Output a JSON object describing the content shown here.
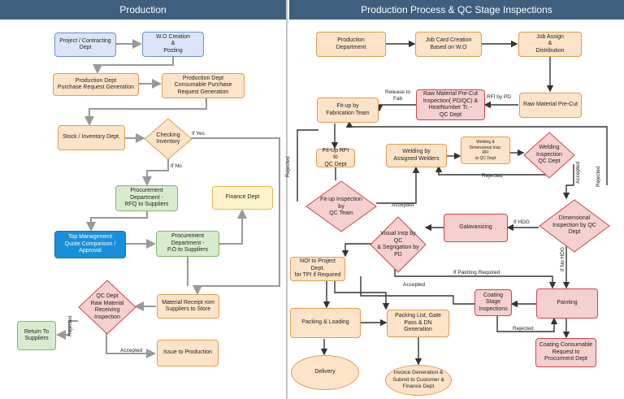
{
  "headers": {
    "left": "Production",
    "right": "Production Process & QC Stage Inspections"
  },
  "left": {
    "project_dept": "Project / Contracting\nDept",
    "wo_creation": "W.O Creation\n&\nPosting",
    "purchase_request": "Production Dept\nPurchase Request Generation",
    "consumable_request": "Production Dept\nConsumable Purchase\nRequest Generation",
    "stock_dept": "Stock / Inventory Dept.",
    "checking_inventory": "Checking\nInventory",
    "if_yes": "If Yes",
    "if_no": "If No",
    "procurement_rfq": "Procurement\nDepartment -\nRFQ to Suppliers",
    "finance_dept": "Finance Dept",
    "top_management": "Top Management\nQuote Comparison / Approval",
    "procurement_po": "Procurement\nDepartment -\nP.O to Suppliers",
    "qc_receiving": "QC Dept\nRaw Material\nReceiving\nInspection",
    "material_receipt": "Material Receipt rom\nSuppliers to Store",
    "return_suppliers": "Return To\nSuppliers",
    "rejected": "Rejected",
    "accepted": "Accepted",
    "issue_production": "Issue to Production"
  },
  "right": {
    "production_dept": "Production\nDepartment",
    "job_card": "Job Card Creation\nBased on W.O",
    "job_assign": "Job Assign\n&\nDistribution",
    "raw_precut_insp": "Raw Material Pre-Cut\nInspection( PD/QC) &\nHeatNumber Tr. -\nQC Dept",
    "release_to_fab": "Release to\nFab",
    "rfi_by_pd": "RFI by PD",
    "raw_precut": "Raw Material Pre-Cut",
    "fitup_fab": "Fit-up by\nFabrication Team",
    "fitup_rfi": "Fit-Up RFI to\nQC Dept",
    "welding_assigned": "Welding by\nAssigned Welders",
    "welding_rfi": "Welding &\nDimensional Insp.\nRFI\nto QC Dept",
    "welding_insp": "Welding\nInspection\nQC Dept",
    "rejected_left": "Rejected",
    "rejected_weld": "Rejected",
    "accepted_weld": "Accepted",
    "rejected_right": "Rejected",
    "fitup_insp": "Fit-up Inspection\nby\nQC Team",
    "accepted_fitup": "Accepted",
    "galvanizing": "Galavanizing",
    "if_hdg": "If HDG",
    "dimensional_insp": "Dimensional\nInspection by QC\nDept",
    "visual_insp": "Visual Insp by\nQC\n& Segrigation by\nPD",
    "if_no_hdg": "If No HDG",
    "noi_tpi": "NOI to Project Dept.\nfor TPI if Required",
    "if_painting": "If Painting Required",
    "accepted_visual": "Accepted",
    "packing_loading": "Packing & Loading",
    "packing_list": "Packing List, Gate\nPass & DN\nGeneration",
    "coating_insp": "Coating Stage\nInspections",
    "painting": "Painting",
    "rejected_coating": "Rejected",
    "consumable_req": "Coating Consumable\nRequest to\nProcurment Dept",
    "delivery": "Delivery",
    "invoice": "Invoice Generation &\nSubmit to Customer &\nFinance Dept"
  }
}
